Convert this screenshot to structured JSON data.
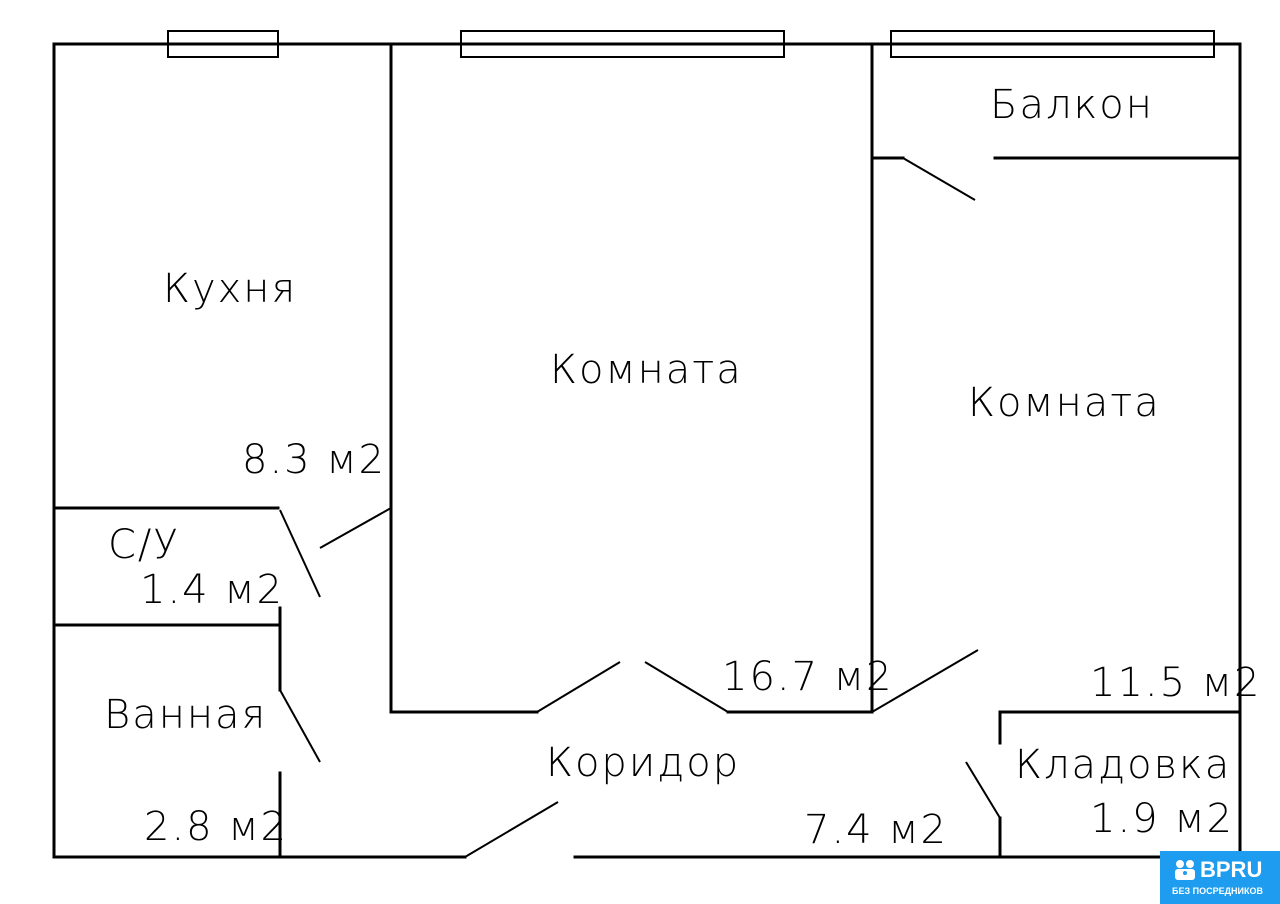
{
  "rooms": {
    "kitchen": {
      "name": "Кухня",
      "area": "8.3 м2"
    },
    "room1": {
      "name": "Комната",
      "area": "16.7 м2"
    },
    "room2": {
      "name": "Комната",
      "area": "11.5 м2"
    },
    "balcony": {
      "name": "Балкон"
    },
    "wc": {
      "name": "С/У",
      "area": "1.4 м2"
    },
    "bathroom": {
      "name": "Ванная",
      "area": "2.8 м2"
    },
    "corridor": {
      "name": "Коридор",
      "area": "7.4 м2"
    },
    "storage": {
      "name": "Кладовка",
      "area": "1.9 м2"
    }
  },
  "logo": {
    "title": "BPRU",
    "subtitle": "БЕЗ ПОСРЕДНИКОВ"
  }
}
